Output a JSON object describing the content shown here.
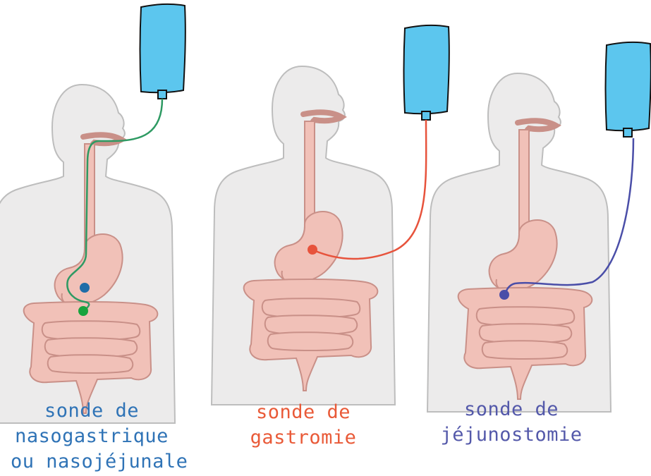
{
  "colors": {
    "body_fill": "#ecebeb",
    "body_outline": "#bdbdbd",
    "organ_fill": "#f1c1b8",
    "organ_outline": "#c99088",
    "bag_fill": "#5cc6ee",
    "bag_outline": "#111111",
    "tube_nasal": "#2e9a63",
    "tube_gastro": "#e7533c",
    "tube_jejuno": "#4a4ea8",
    "dot_gastric_blue": "#1f6da8",
    "dot_jejunal_green": "#18a33d",
    "caption_nasal": "#2f73b6",
    "caption_gastro": "#e95a38",
    "caption_jejuno": "#5459aa"
  },
  "panels": [
    {
      "id": "nasal",
      "caption_lines": [
        "sonde de",
        "nasogastrique",
        "ou nasojéjunale"
      ]
    },
    {
      "id": "gastro",
      "caption_lines": [
        "sonde de",
        "gastromie"
      ]
    },
    {
      "id": "jejuno",
      "caption_lines": [
        "sonde de",
        "jéjunostomie"
      ]
    }
  ]
}
